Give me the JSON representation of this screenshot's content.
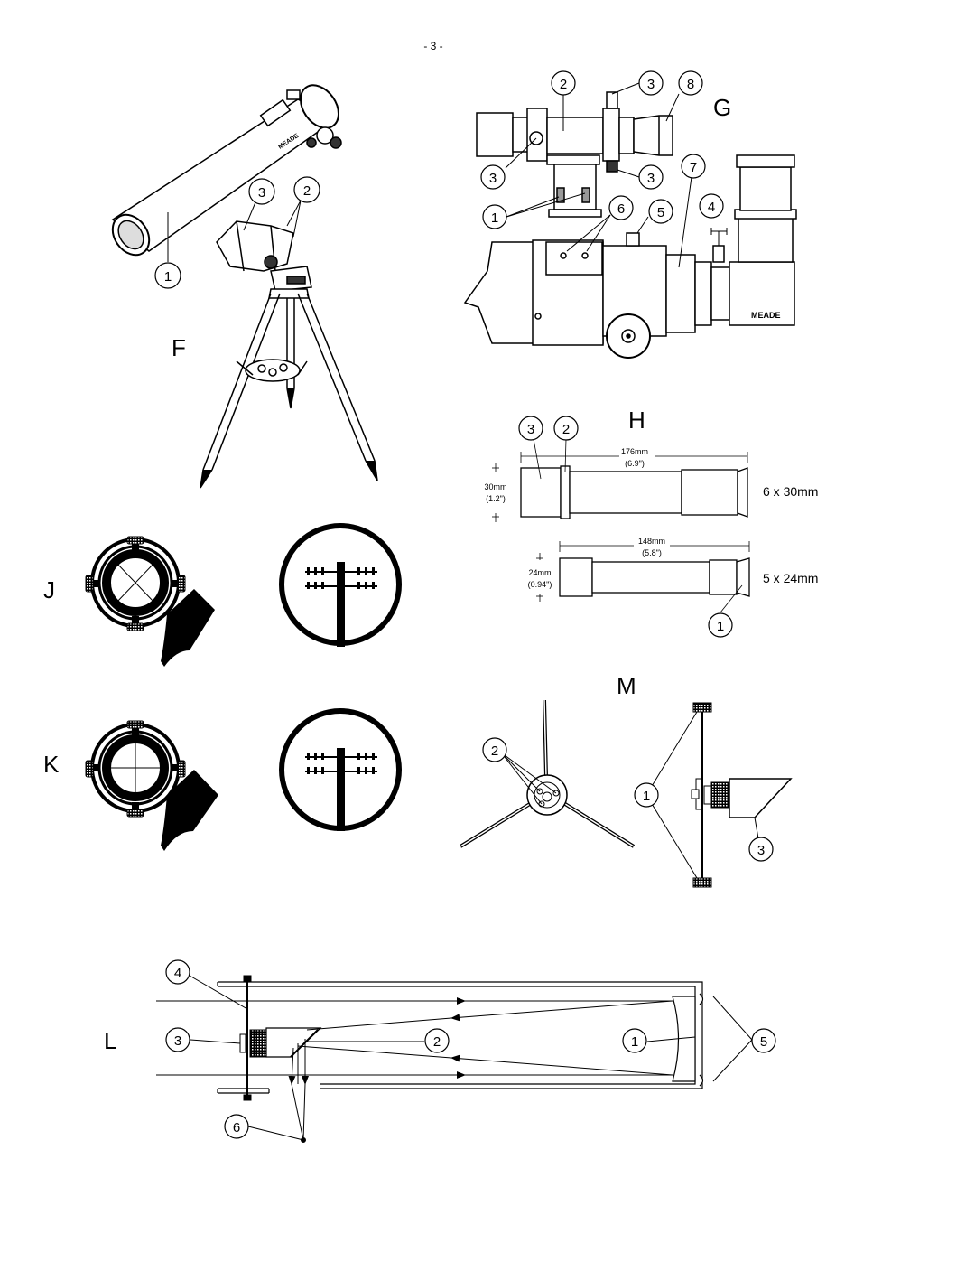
{
  "page_number": "- 3 -",
  "figures": {
    "F": {
      "letter": "F",
      "callouts": [
        "1",
        "2",
        "3"
      ]
    },
    "G": {
      "letter": "G",
      "callouts": [
        "1",
        "2",
        "3",
        "3",
        "3",
        "4",
        "5",
        "6",
        "7",
        "8"
      ],
      "brand": "MEADE"
    },
    "H": {
      "letter": "H",
      "callouts": [
        "1",
        "2",
        "3"
      ],
      "finder_large": {
        "name": "6 x 30mm",
        "length_mm": "176mm",
        "length_in": "(6.9\")",
        "dia_mm": "30mm",
        "dia_in": "(1.2\")"
      },
      "finder_small": {
        "name": "5 x 24mm",
        "length_mm": "148mm",
        "length_in": "(5.8\")",
        "dia_mm": "24mm",
        "dia_in": "(0.94\")"
      }
    },
    "J": {
      "letter": "J"
    },
    "K": {
      "letter": "K"
    },
    "M": {
      "letter": "M",
      "callouts": [
        "1",
        "2",
        "3"
      ]
    },
    "L": {
      "letter": "L",
      "callouts": [
        "1",
        "2",
        "3",
        "4",
        "5",
        "6"
      ]
    }
  },
  "f_brand": "MEADE"
}
